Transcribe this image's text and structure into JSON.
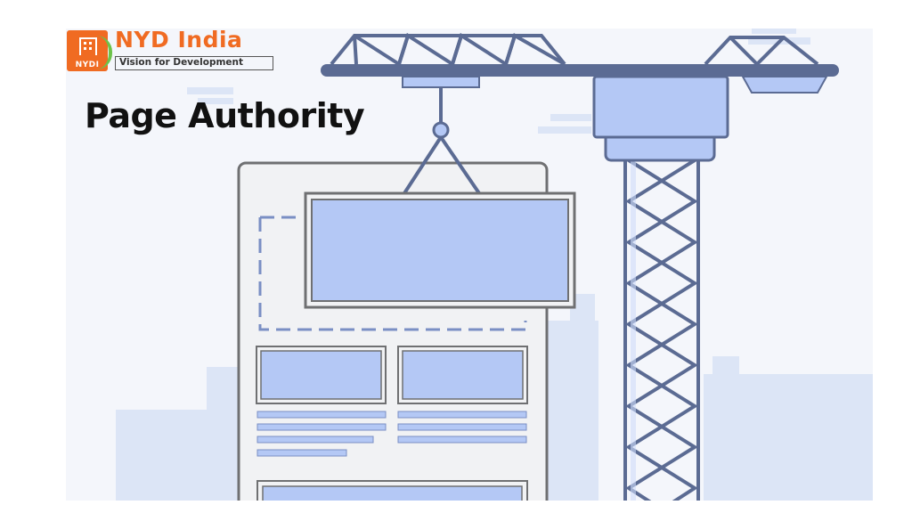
{
  "logo": {
    "badge_text": "NYDI",
    "name": "NYD India",
    "tagline": "Vision for Development"
  },
  "heading": "Page Authority",
  "colors": {
    "panel_background": "#f4f6fb",
    "crane_steel": "#5b6b93",
    "block_fill": "#b4c8f5",
    "block_fill_light": "#cfdcfa",
    "page_fill": "#f1f2f4",
    "page_outline": "#6f7072",
    "background_shapes": "#dce5f6",
    "brand_orange": "#f06b22",
    "brand_green": "#6cc24a"
  },
  "illustration": {
    "subject": "crane-lifting-page-block",
    "icons": [
      "crane-icon",
      "web-page-wireframe-icon",
      "hook-icon"
    ]
  }
}
